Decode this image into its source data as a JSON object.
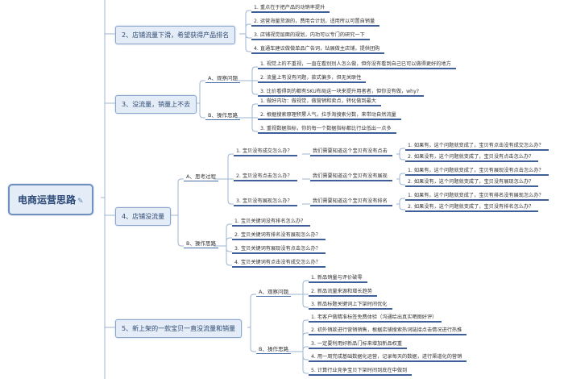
{
  "root": {
    "title": "电商运营思路",
    "icon": "pencil-icon"
  },
  "sections": [
    {
      "title": "2、店铺流量下滑，希望获得产品排名",
      "items": [
        "1. 重点在于把产品的动销率提升",
        "2. 运营海量货源的，费用合计划，适用所以可置自销量",
        "3. 店铺视觉层面的规划，内功可以专门的研究一下",
        "4. 直通车建议做做单品广告词，钻展做主店铺，提供团购"
      ]
    },
    {
      "title": "3、没流量，销量上不去",
      "groups": [
        {
          "label": "A、观察问题",
          "items": [
            "1. 视觉上的不重视，一直在看别别人怎么做，但你没有看到自己已可以做得更好的地方",
            "2. 流量上有没有问题，款式偏多，但无关联性",
            "3. 比价看得到的都有SKU布局这一块来提升用者者，但你没有做，why?"
          ]
        },
        {
          "label": "B、操作思路",
          "items": [
            "1. 做好内功：做视觉，做营销和卖点，转化做到最大",
            "2. 根据搜索原理积累人气，拉手淘搜索分数，来带动自然流量",
            "3. 重视数据指标，你的每一个数据指标都比行业低出一点多"
          ]
        }
      ]
    },
    {
      "title": "4、店铺没流量",
      "groups": [
        {
          "label": "A、思考过程",
          "questions": [
            {
              "q": "1. 宝贝没有成交怎么办？",
              "need": "我们需要知道这个宝贝有没有点击",
              "cases": [
                "1. 如果有，这个问题就变成了，宝贝有点击没有成交怎么办？",
                "2. 如果没有，这个问题就变成了，宝贝没有点击怎么办？"
              ]
            },
            {
              "q": "2. 宝贝没有点击怎么办？",
              "need": "我们需要知道这个宝贝有没有展现",
              "cases": [
                "1. 如果有，这个问题就变成了，宝贝有展现没有点击怎么办？",
                "2. 如果没有，这个问题就变成了，宝贝没有展现怎么办？"
              ]
            },
            {
              "q": "3. 宝贝没有展现怎么办？",
              "need": "我们需要知道这个宝贝有没有排名",
              "cases": [
                "1. 如果有，这个问题就变成了，宝贝有排名没有展现怎么办？",
                "2. 如果没有，这个问题就变成了，宝贝没有排名怎么办？"
              ]
            }
          ]
        },
        {
          "label": "B、操作思路",
          "items": [
            "1. 宝贝关键词没有排名怎么办？",
            "2. 宝贝关键词有排名没有展现怎么办？",
            "3. 宝贝关键词有展现没有点击怎么办？",
            "4. 宝贝关键词有点击没有成交怎么办？"
          ]
        }
      ]
    },
    {
      "title": "5、新上架的一款宝贝一直没流量和销量",
      "groups": [
        {
          "label": "A、观察问题",
          "items": [
            "1. 新品销量与评价破零",
            "2. 新品流量来源和增长趋势",
            "3. 新品标题关键词上下架时间优化"
          ]
        },
        {
          "label": "B、操作思路",
          "items": [
            "1. 老客户做精准标签免费体验（沟通给出真实晒图好评）",
            "2. 初外销款进行营销销售，根据店铺搜索热词链接点击情况进行热推",
            "3. 一定要利用好新品门标来增加新品权重",
            "4. 用一周完成基础数据化运营，记录每天的数据，进行渠道化的营销",
            "5. 计算行业竞争宝贝下架时间到底在中做到"
          ]
        }
      ]
    }
  ],
  "colors": {
    "node_fill": "#e3ecf7",
    "node_border": "#8aa6cc",
    "underline": "#3e5f97",
    "connector": "#9fb4d2"
  }
}
